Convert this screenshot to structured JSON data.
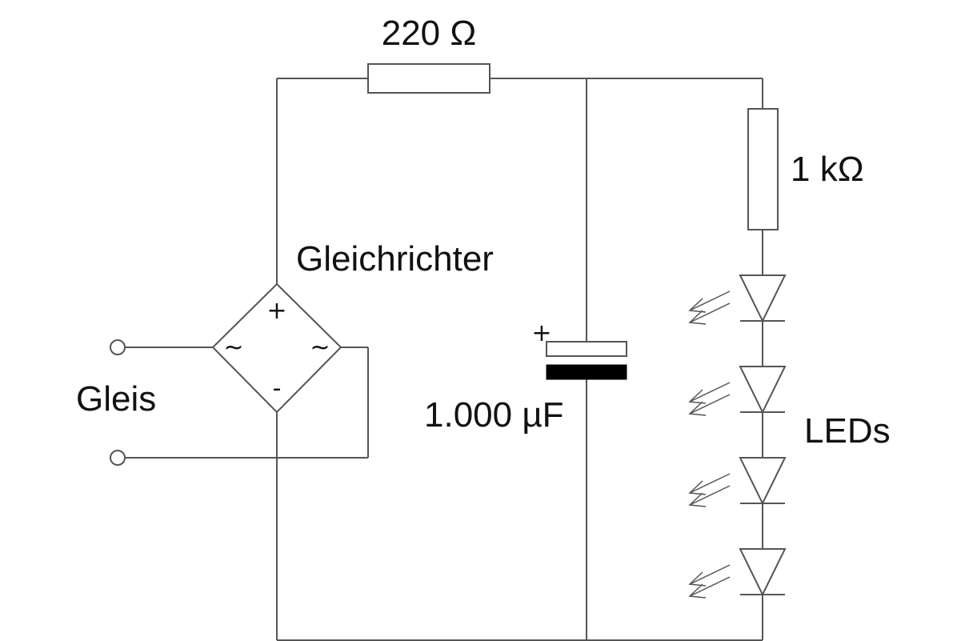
{
  "labels": {
    "r1": "220 Ω",
    "r2": "1 kΩ",
    "rectifier": "Gleichrichter",
    "track": "Gleis",
    "capacitor": "1.000 µF",
    "leds": "LEDs"
  },
  "rectifier_marks": {
    "plus": "+",
    "minus": "-",
    "ac_left": "~",
    "ac_right": "~"
  },
  "capacitor_polarity": "+",
  "led_count": 4,
  "colors": {
    "wire": "#555555",
    "capacitor_negative_plate": "#000000",
    "text": "#111111"
  }
}
